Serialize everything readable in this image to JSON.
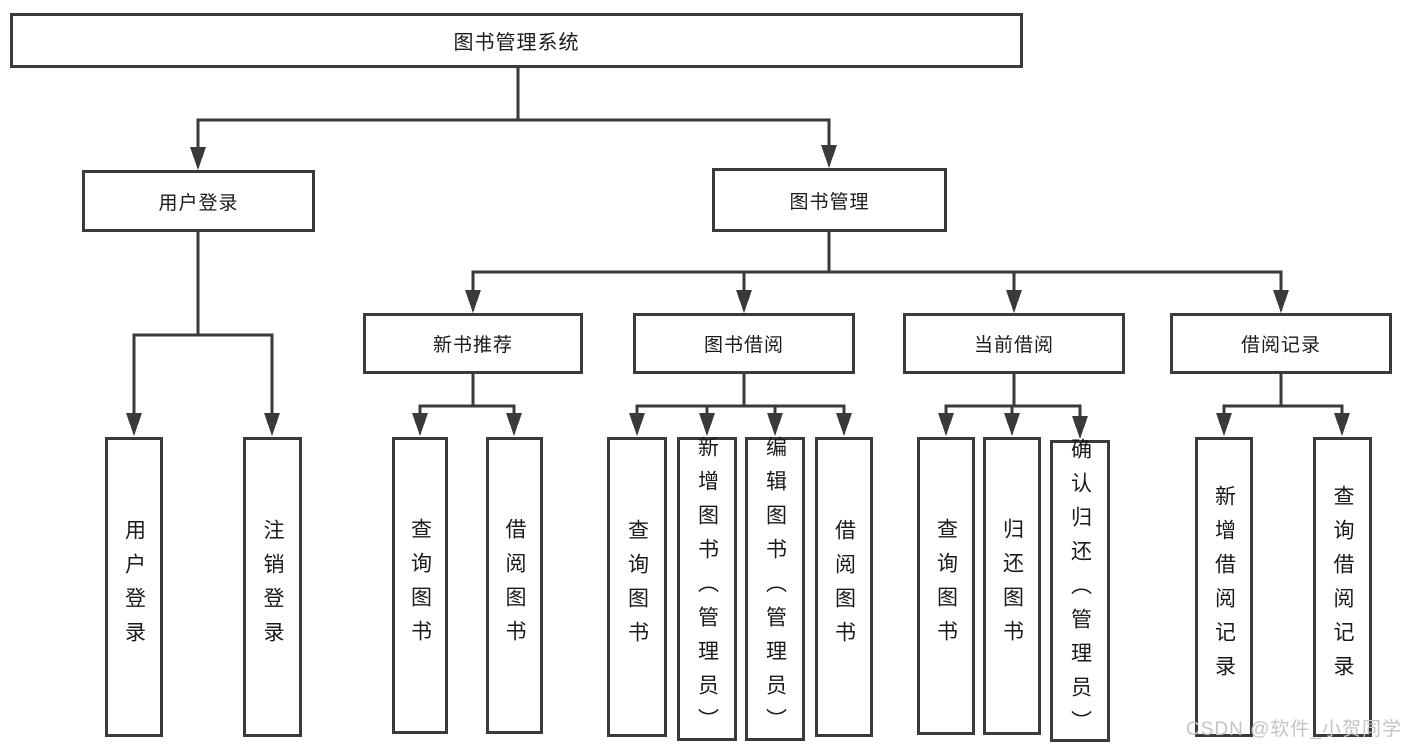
{
  "colors": {
    "line": "#3a3a3a",
    "text": "#1a1a1a",
    "box_background": "#ffffff",
    "watermark": "#c4c4c4"
  },
  "tree": {
    "root": {
      "label": "图书管理系统",
      "children": [
        {
          "label": "用户登录",
          "children": [
            {
              "label": "用户登录"
            },
            {
              "label": "注销登录"
            }
          ]
        },
        {
          "label": "图书管理",
          "children": [
            {
              "label": "新书推荐",
              "children": [
                {
                  "label": "查询图书"
                },
                {
                  "label": "借阅图书"
                }
              ]
            },
            {
              "label": "图书借阅",
              "children": [
                {
                  "label": "查询图书"
                },
                {
                  "label": "新增图书（管理员）"
                },
                {
                  "label": "编辑图书（管理员）"
                },
                {
                  "label": "借阅图书"
                }
              ]
            },
            {
              "label": "当前借阅",
              "children": [
                {
                  "label": "查询图书"
                },
                {
                  "label": "归还图书"
                },
                {
                  "label": "确认归还（管理员）"
                }
              ]
            },
            {
              "label": "借阅记录",
              "children": [
                {
                  "label": "新增借阅记录"
                },
                {
                  "label": "查询借阅记录"
                }
              ]
            }
          ]
        }
      ]
    }
  },
  "watermark": {
    "text": "CSDN @软件_小贺同学"
  }
}
